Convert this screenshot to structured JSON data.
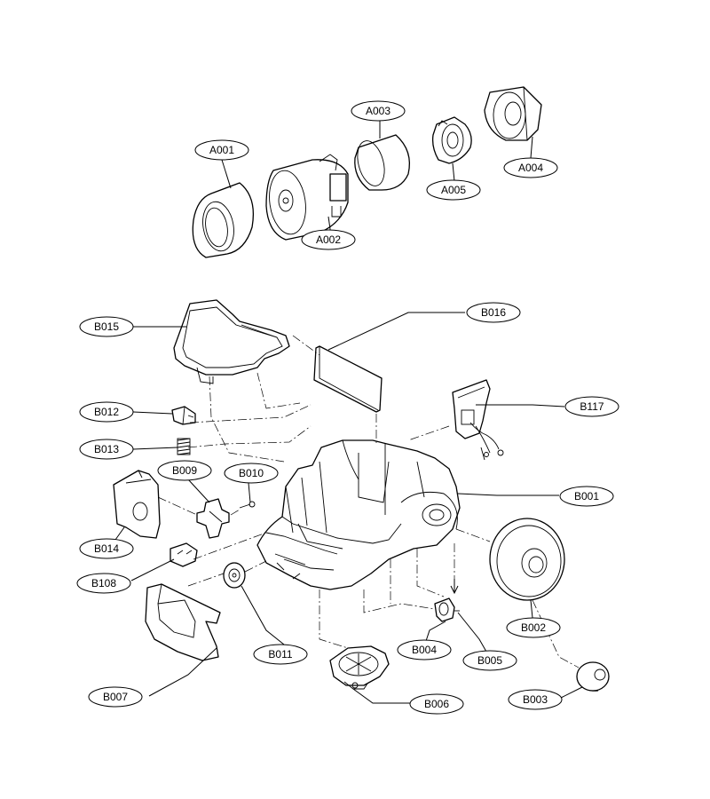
{
  "callouts": [
    {
      "id": "A001",
      "label": "A001"
    },
    {
      "id": "A002",
      "label": "A002"
    },
    {
      "id": "A003",
      "label": "A003"
    },
    {
      "id": "A004",
      "label": "A004"
    },
    {
      "id": "A005",
      "label": "A005"
    },
    {
      "id": "B015",
      "label": "B015"
    },
    {
      "id": "B016",
      "label": "B016"
    },
    {
      "id": "B012",
      "label": "B012"
    },
    {
      "id": "B013",
      "label": "B013"
    },
    {
      "id": "B117",
      "label": "B117"
    },
    {
      "id": "B009",
      "label": "B009"
    },
    {
      "id": "B010",
      "label": "B010"
    },
    {
      "id": "B001",
      "label": "B001"
    },
    {
      "id": "B014",
      "label": "B014"
    },
    {
      "id": "B108",
      "label": "B108"
    },
    {
      "id": "B002",
      "label": "B002"
    },
    {
      "id": "B011",
      "label": "B011"
    },
    {
      "id": "B004",
      "label": "B004"
    },
    {
      "id": "B005",
      "label": "B005"
    },
    {
      "id": "B007",
      "label": "B007"
    },
    {
      "id": "B006",
      "label": "B006"
    },
    {
      "id": "B003",
      "label": "B003"
    }
  ]
}
